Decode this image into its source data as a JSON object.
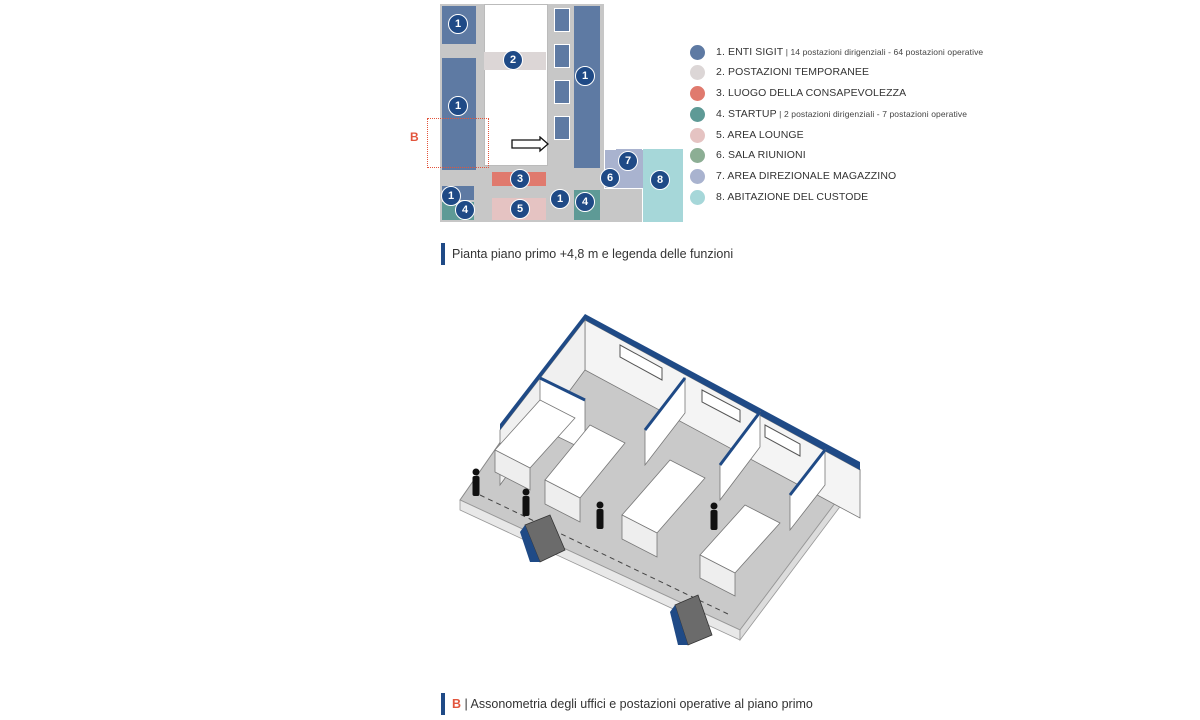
{
  "plan": {
    "badges": [
      "1",
      "1",
      "1",
      "2",
      "1",
      "3",
      "1",
      "1",
      "4",
      "5",
      "4",
      "6",
      "7",
      "8"
    ],
    "section_marker": "B"
  },
  "legend": {
    "items": [
      {
        "label": "1. ENTI SIGIT",
        "sub": " | 14 postazioni dirigenziali - 64 postazioni operative",
        "color": "#5e7aa3"
      },
      {
        "label": "2. POSTAZIONI TEMPORANEE",
        "sub": "",
        "color": "#dcd6d6"
      },
      {
        "label": "3. LUOGO DELLA CONSAPEVOLEZZA",
        "sub": "",
        "color": "#e07a6e"
      },
      {
        "label": "4. STARTUP",
        "sub": " | 2 postazioni dirigenziali - 7 postazioni operative",
        "color": "#5e9a96"
      },
      {
        "label": "5. AREA LOUNGE",
        "sub": "",
        "color": "#e5c3c2"
      },
      {
        "label": "6. SALA RIUNIONI",
        "sub": "",
        "color": "#8cae94"
      },
      {
        "label": "7. AREA DIREZIONALE MAGAZZINO",
        "sub": "",
        "color": "#a9b3cf"
      },
      {
        "label": "8. ABITAZIONE DEL CUSTODE",
        "sub": "",
        "color": "#a6d7d9"
      }
    ]
  },
  "captions": {
    "plan": "Pianta piano primo +4,8 m e legenda delle funzioni",
    "axo_letter": "B",
    "axo": " | Assonometria degli uffici e postazioni operative al piano primo"
  },
  "colors": {
    "accent": "#1f4a86",
    "marker": "#e2553d",
    "floor": "#c7c7c7"
  }
}
